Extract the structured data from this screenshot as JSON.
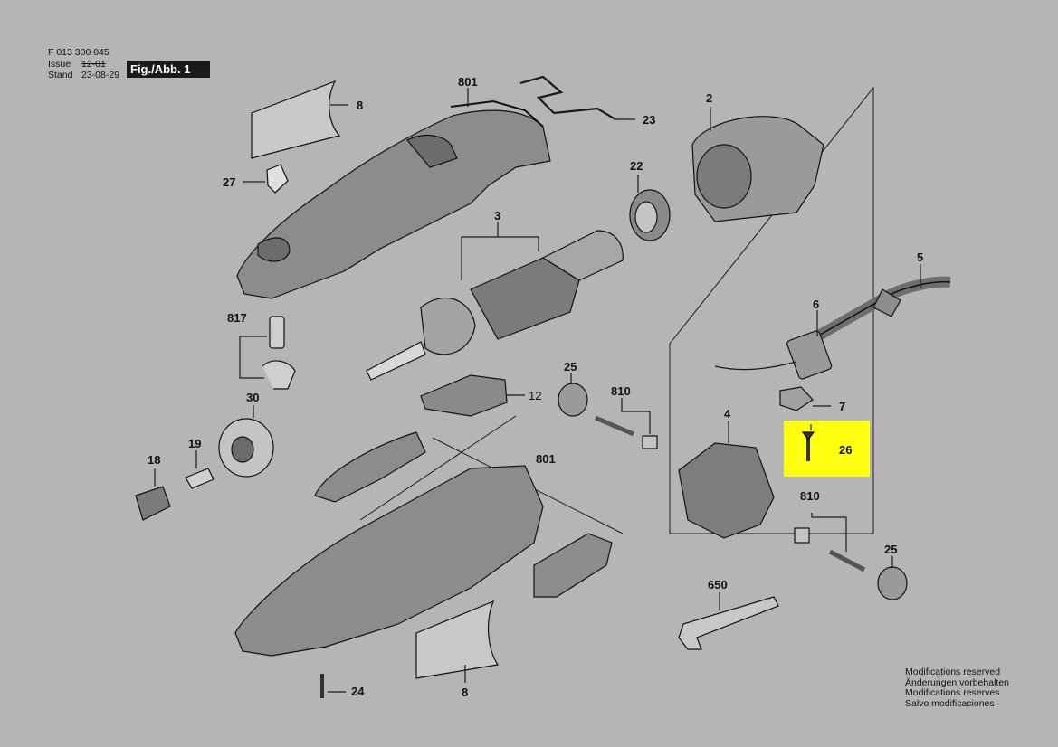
{
  "header": {
    "part_number": "F 013 300 045",
    "issue_label": "Issue",
    "issue_value": "12-01",
    "stand_label": "Stand",
    "stand_value": "23-08-29",
    "figure_label": "Fig./Abb. 1"
  },
  "callouts": {
    "c801_top": "801",
    "c2": "2",
    "c8_top": "8",
    "c23": "23",
    "c27": "27",
    "c22": "22",
    "c3": "3",
    "c5": "5",
    "c6": "6",
    "c817": "817",
    "c25_mid": "25",
    "c810_mid": "810",
    "c12": "12",
    "c7": "7",
    "c30": "30",
    "c4": "4",
    "c26": "26",
    "c18": "18",
    "c19": "19",
    "c801_bottom": "801",
    "c810_right": "810",
    "c25_right": "25",
    "c650": "650",
    "c24": "24",
    "c8_bottom": "8"
  },
  "highlight": {
    "part": "26",
    "color": "#ffff10"
  },
  "notes": [
    "Modifications reserved",
    "Änderungen vorbehalten",
    "Modifications reserves",
    "Salvo modificaciones"
  ]
}
